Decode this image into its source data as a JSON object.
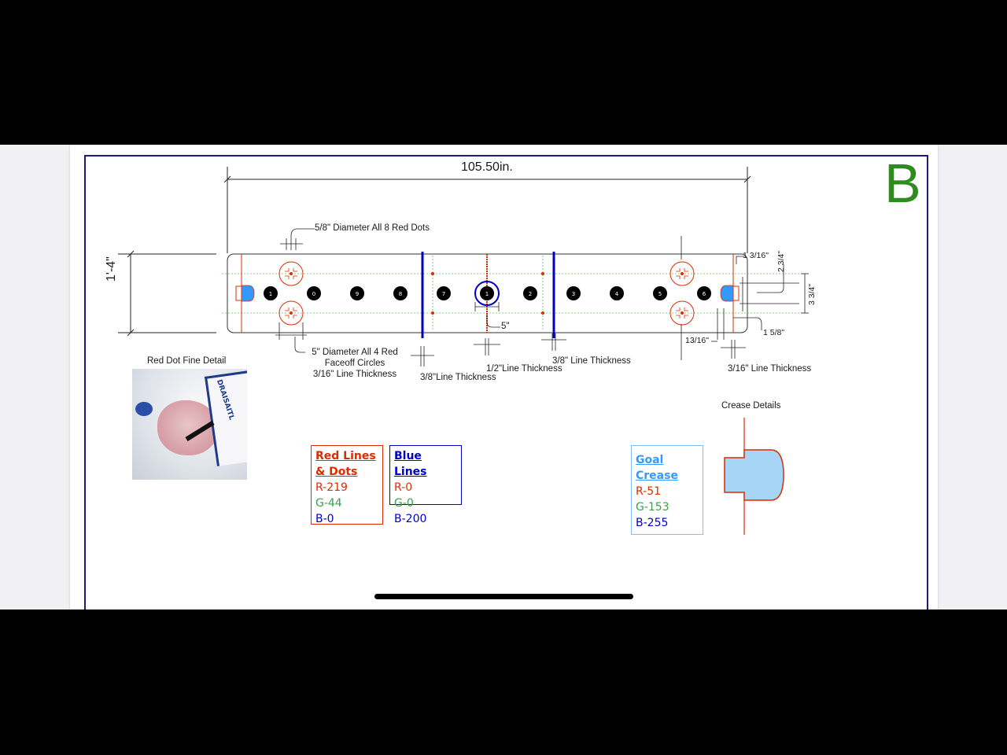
{
  "drawing": {
    "overall_length": "105.50in.",
    "overall_width": "1'-4\"",
    "sheet_letter": "B",
    "callouts": {
      "red_dots": "5/8\" Diameter All 8 Red Dots",
      "faceoff_circles": [
        "5\" Diameter All 4 Red",
        "Faceoff Circles",
        "3/16\" Line Thickness"
      ],
      "blue_line_left": "3/8\"Line Thickness",
      "center_line": "1/2\"Line Thickness",
      "blue_line_right": "3/8\" Line Thickness",
      "goal_line": "3/16\" Line Thickness",
      "center_circle": "5\"",
      "dim_1_3_16": "1 3/16\"",
      "dim_2_3_4": "2 3/4\"",
      "dim_3_3_4": "3 3/4\"",
      "dim_1_5_8": "1 5/8\"",
      "dim_13_16": "13/16\""
    },
    "player_dots": [
      "1",
      "0",
      "9",
      "8",
      "7",
      "1",
      "2",
      "3",
      "4",
      "5",
      "6"
    ]
  },
  "red_dot_detail": {
    "title": "Red Dot Fine Detail",
    "jersey_text": "DRAISAITL"
  },
  "crease_detail": {
    "title": "Crease Details"
  },
  "legend": {
    "red": {
      "title_line1": "Red Lines",
      "title_line2": "& Dots",
      "r": "R-219",
      "g": "G-44",
      "b": "B-0"
    },
    "blue": {
      "title": "Blue Lines",
      "r": "R-0",
      "g": "G-0",
      "b": "B-200"
    },
    "crease": {
      "title_line1": "Goal",
      "title_line2": "Crease",
      "r": "R-51",
      "g": "G-153",
      "b": "B-255"
    }
  },
  "colors": {
    "red_line": "#db2c00",
    "blue_line": "#0000c8",
    "crease_blue": "#3399ff",
    "letter_green": "#2e8b1e",
    "frame_navy": "#1a1a7a"
  }
}
